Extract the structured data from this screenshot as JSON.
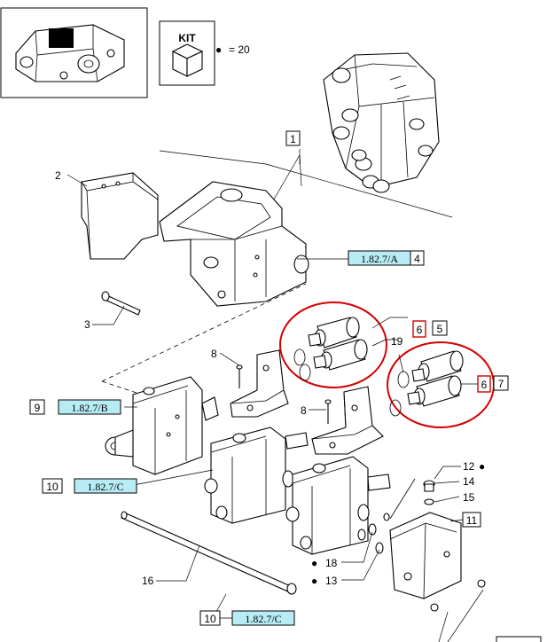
{
  "kit_legend": {
    "kit_label": "KIT",
    "bullet": "●",
    "equals_text": "= 20"
  },
  "callouts": {
    "c1": "1",
    "c2": "2",
    "c3": "3",
    "c4": "4",
    "c5": "5",
    "c6a": "6",
    "c6b": "6",
    "c7": "7",
    "c8a": "8",
    "c8b": "8",
    "c9": "9",
    "c10a": "10",
    "c10b": "10",
    "c11": "11",
    "c12": "12",
    "c13": "13",
    "c14": "14",
    "c15": "15",
    "c16": "16",
    "c18": "18",
    "c19": "19"
  },
  "references": {
    "r4": "1.82.7/A",
    "r9": "1.82.7/B",
    "r10a": "1.82.7/C",
    "r10b": "1.82.7/C"
  },
  "kit_markers": {
    "bullet": "●"
  },
  "colors": {
    "highlight": "#d40000",
    "reference_fill": "#b8ecf4"
  }
}
